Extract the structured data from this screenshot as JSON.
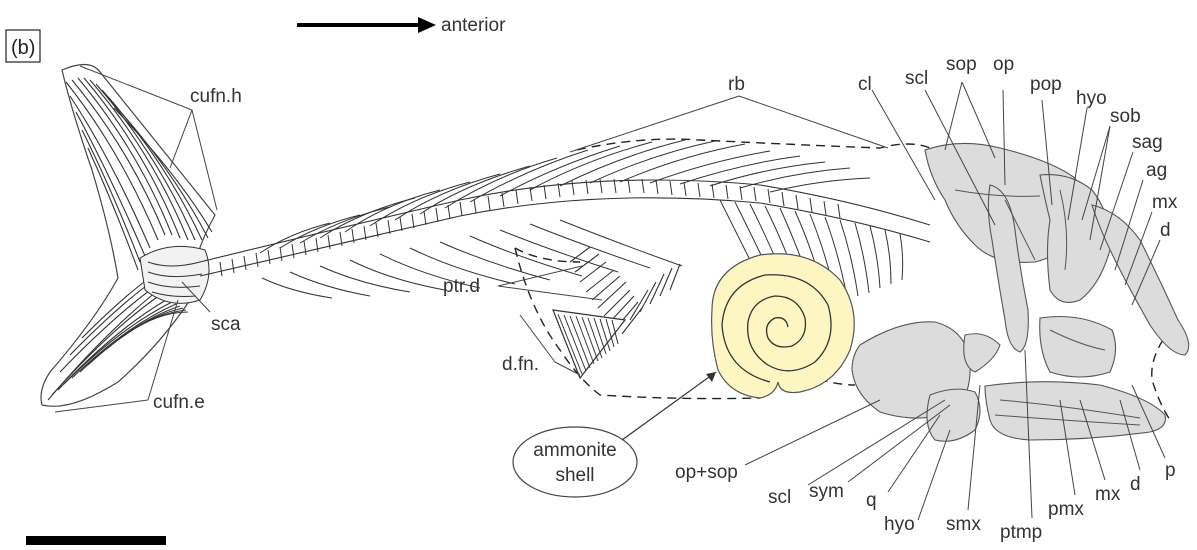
{
  "panel_label": "(b)",
  "direction": {
    "text": "anterior"
  },
  "callout": {
    "line1": "ammonite",
    "line2": "shell"
  },
  "labels": {
    "cufn_h": "cufn.h",
    "sca": "sca",
    "cufn_e": "cufn.e",
    "rb": "rb",
    "ptr_d": "ptr.d",
    "d_fn": "d.fn.",
    "cl": "cl",
    "scl_top": "scl",
    "sop": "sop",
    "op": "op",
    "pop": "pop",
    "hyo_top": "hyo",
    "sob": "sob",
    "sag": "sag",
    "ag": "ag",
    "mx_top": "mx",
    "d_top": "d",
    "p": "p",
    "d_bottom": "d",
    "mx_bottom": "mx",
    "pmx": "pmx",
    "ptmp": "ptmp",
    "smx": "smx",
    "hyo_bottom": "hyo",
    "q": "q",
    "sym": "sym",
    "scl_bottom": "scl",
    "op_sop": "op+sop"
  },
  "colors": {
    "bone": "#dcdcdc",
    "shell": "#fdf6c3",
    "ink": "#333333"
  }
}
